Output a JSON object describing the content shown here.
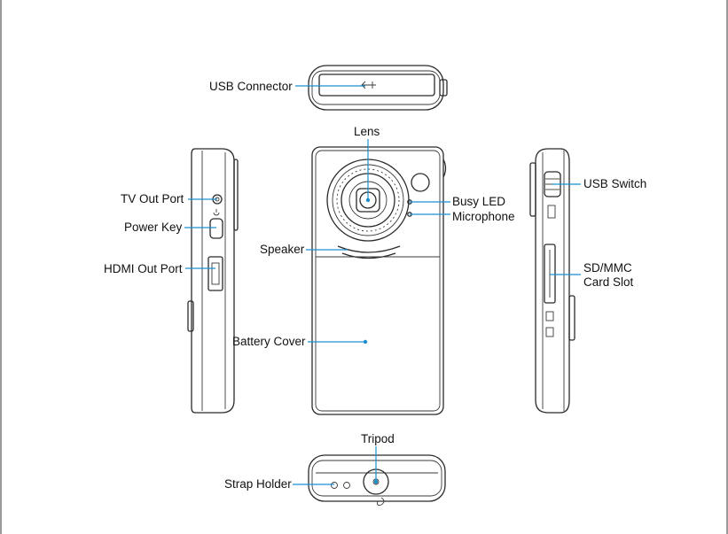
{
  "labels": {
    "usb_connector": "USB Connector",
    "lens": "Lens",
    "tv_out_port": "TV Out Port",
    "power_key": "Power Key",
    "hdmi_out_port": "HDMI Out Port",
    "busy_led": "Busy LED",
    "microphone": "Microphone",
    "speaker": "Speaker",
    "battery_cover": "Battery Cover",
    "usb_switch": "USB Switch",
    "sd_mmc_line1": "SD/MMC",
    "sd_mmc_line2": "Card Slot",
    "tripod": "Tripod",
    "strap_holder": "Strap Holder"
  },
  "colors": {
    "leader_line": "#1b8fd0",
    "device_ink": "#2a2a2a",
    "frame": "#9a9a9a"
  }
}
